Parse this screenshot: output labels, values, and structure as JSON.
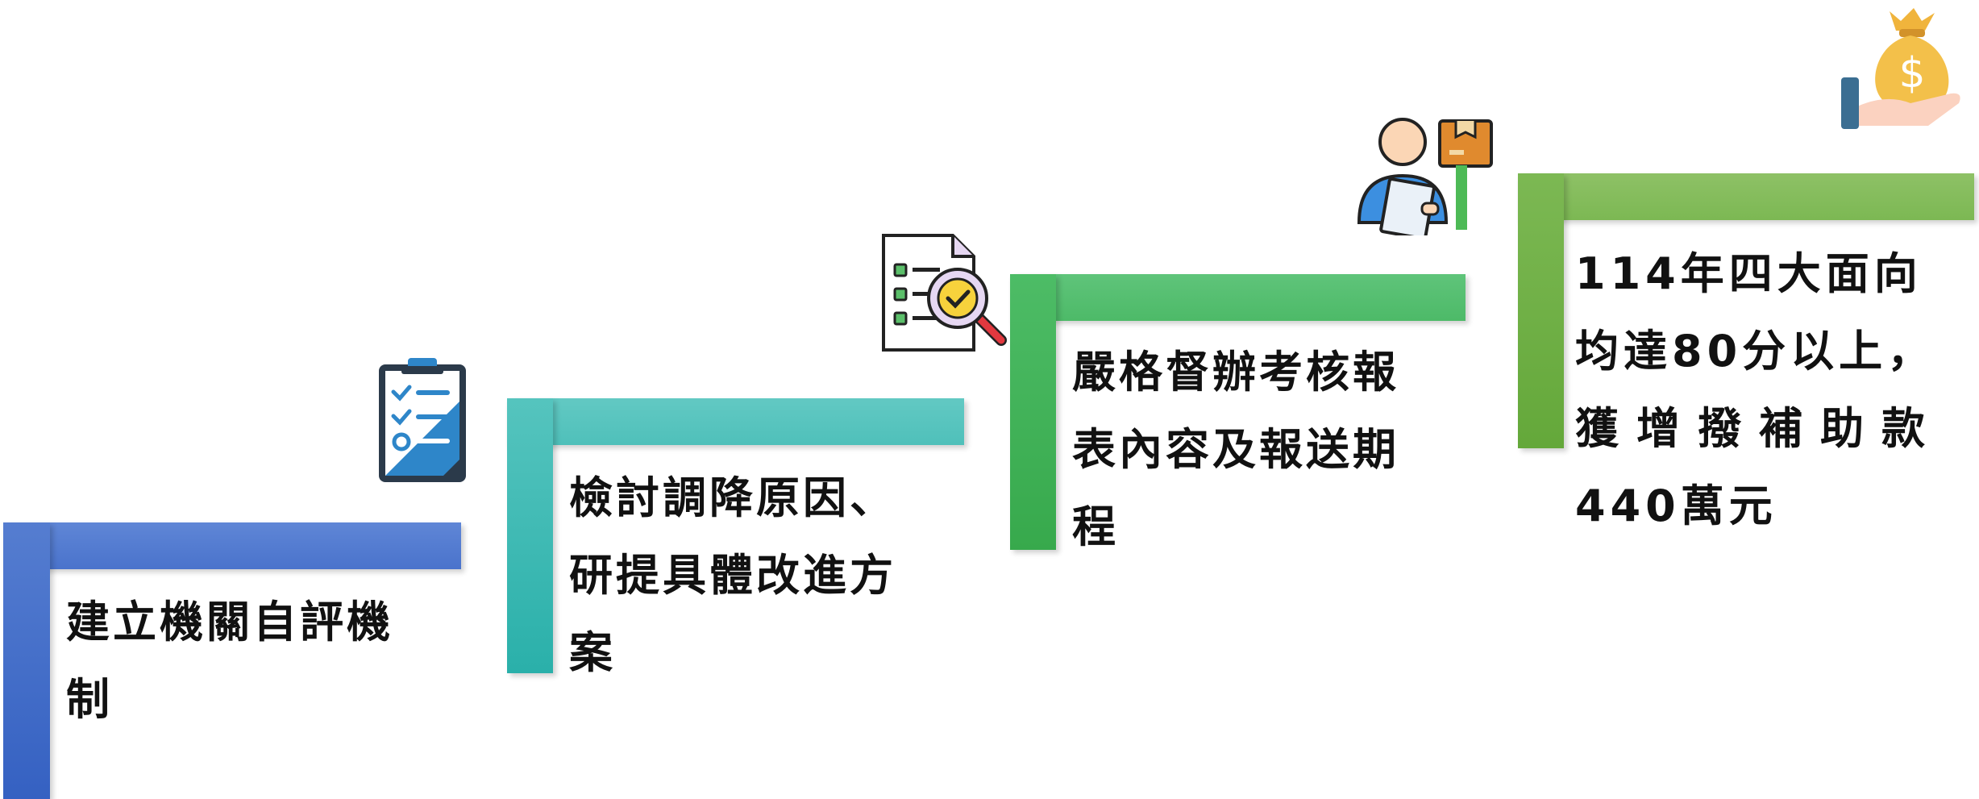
{
  "steps": [
    {
      "lines": [
        "建立機關自評機",
        "制"
      ],
      "color_top": "#5d82d2",
      "color_bottom": "#3a64c4",
      "icon": "clipboard-checklist-icon"
    },
    {
      "lines": [
        "檢討調降原因、",
        "研提具體改進方",
        "案"
      ],
      "color_top": "#5ec7c1",
      "color_bottom": "#2fb3ad",
      "icon": "document-inspect-icon"
    },
    {
      "lines": [
        "嚴格督辦考核報",
        "表內容及報送期",
        "程"
      ],
      "color_top": "#5cc276",
      "color_bottom": "#39ad4f",
      "icon": "delivery-person-icon"
    },
    {
      "lines": [
        "114年四大面向",
        "均達80分以上，",
        "獲增撥補助款",
        "440萬元"
      ],
      "color_top": "#86bd5e",
      "color_bottom": "#6aab3d",
      "icon": "money-bag-hand-icon"
    }
  ]
}
